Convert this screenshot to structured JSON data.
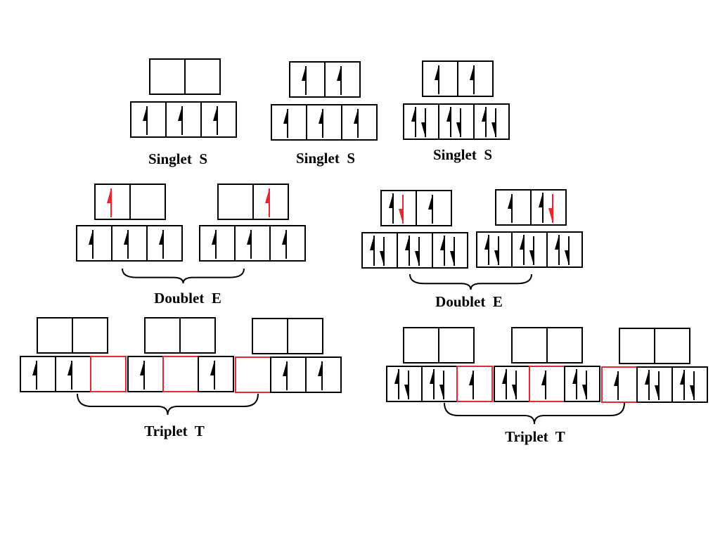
{
  "colors": {
    "line": "#000000",
    "highlight": "#e8262d",
    "background": "#ffffff"
  },
  "groups": [
    {
      "id": "singlet-1",
      "label": "Singlet  S",
      "configs": [
        {
          "upper": [
            "",
            ""
          ],
          "lower": [
            "up",
            "up",
            "up"
          ]
        }
      ]
    },
    {
      "id": "singlet-2",
      "label": "Singlet  S",
      "configs": [
        {
          "upper": [
            "up",
            "up"
          ],
          "lower": [
            "up",
            "up",
            "up"
          ]
        }
      ]
    },
    {
      "id": "singlet-3",
      "label": "Singlet  S",
      "configs": [
        {
          "upper": [
            "up",
            "up"
          ],
          "lower": [
            "updown",
            "updown",
            "updown"
          ]
        }
      ]
    },
    {
      "id": "doublet-1",
      "label": "Doublet  E",
      "configs": [
        {
          "upper": [
            "up*",
            ""
          ],
          "lower": [
            "up",
            "up",
            "up"
          ]
        },
        {
          "upper": [
            "",
            "up*"
          ],
          "lower": [
            "up",
            "up",
            "up"
          ]
        }
      ]
    },
    {
      "id": "doublet-2",
      "label": "Doublet  E",
      "configs": [
        {
          "upper": [
            "updown*",
            "up"
          ],
          "lower": [
            "updown",
            "updown",
            "updown"
          ]
        },
        {
          "upper": [
            "up",
            "updown*"
          ],
          "lower": [
            "updown",
            "updown",
            "updown"
          ]
        }
      ]
    },
    {
      "id": "triplet-1",
      "label": "Triplet  T",
      "configs": [
        {
          "upper": [
            "",
            ""
          ],
          "lower": [
            "up",
            "up",
            "hole"
          ]
        },
        {
          "upper": [
            "",
            ""
          ],
          "lower": [
            "up",
            "hole",
            "up"
          ]
        },
        {
          "upper": [
            "",
            ""
          ],
          "lower": [
            "hole",
            "up",
            "up"
          ]
        }
      ]
    },
    {
      "id": "triplet-2",
      "label": "Triplet  T",
      "configs": [
        {
          "upper": [
            "",
            ""
          ],
          "lower": [
            "updown",
            "updown",
            "uphole"
          ]
        },
        {
          "upper": [
            "",
            ""
          ],
          "lower": [
            "updown",
            "uphole",
            "updown"
          ]
        },
        {
          "upper": [
            "",
            ""
          ],
          "lower": [
            "uphole",
            "updown",
            "updown"
          ]
        }
      ]
    }
  ]
}
